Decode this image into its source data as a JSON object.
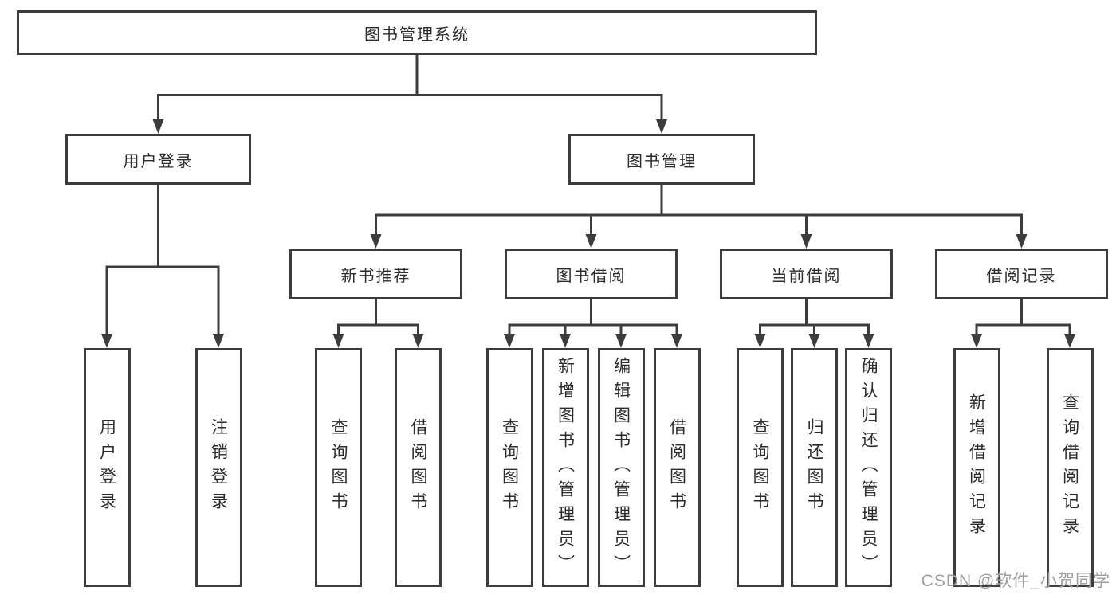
{
  "diagram": {
    "root": {
      "label": "图书管理系统"
    },
    "branches": [
      {
        "label": "用户登录",
        "leaves": [
          {
            "label": "用户登录"
          },
          {
            "label": "注销登录"
          }
        ]
      },
      {
        "label": "图书管理",
        "groups": [
          {
            "label": "新书推荐",
            "leaves": [
              {
                "label": "查询图书"
              },
              {
                "label": "借阅图书"
              }
            ]
          },
          {
            "label": "图书借阅",
            "leaves": [
              {
                "label": "查询图书"
              },
              {
                "label": "新增图书（管理员）"
              },
              {
                "label": "编辑图书（管理员）"
              },
              {
                "label": "借阅图书"
              }
            ]
          },
          {
            "label": "当前借阅",
            "leaves": [
              {
                "label": "查询图书"
              },
              {
                "label": "归还图书"
              },
              {
                "label": "确认归还（管理员）"
              }
            ]
          },
          {
            "label": "借阅记录",
            "leaves": [
              {
                "label": "新增借阅记录"
              },
              {
                "label": "查询借阅记录"
              }
            ]
          }
        ]
      }
    ]
  },
  "watermark": {
    "text": "CSDN @软件_小贺同学"
  },
  "colors": {
    "line": "#3c3c3c",
    "box_border": "#3c3c3c",
    "text": "#2b2b2b",
    "watermark": "#9e9e9e",
    "background": "#ffffff"
  }
}
